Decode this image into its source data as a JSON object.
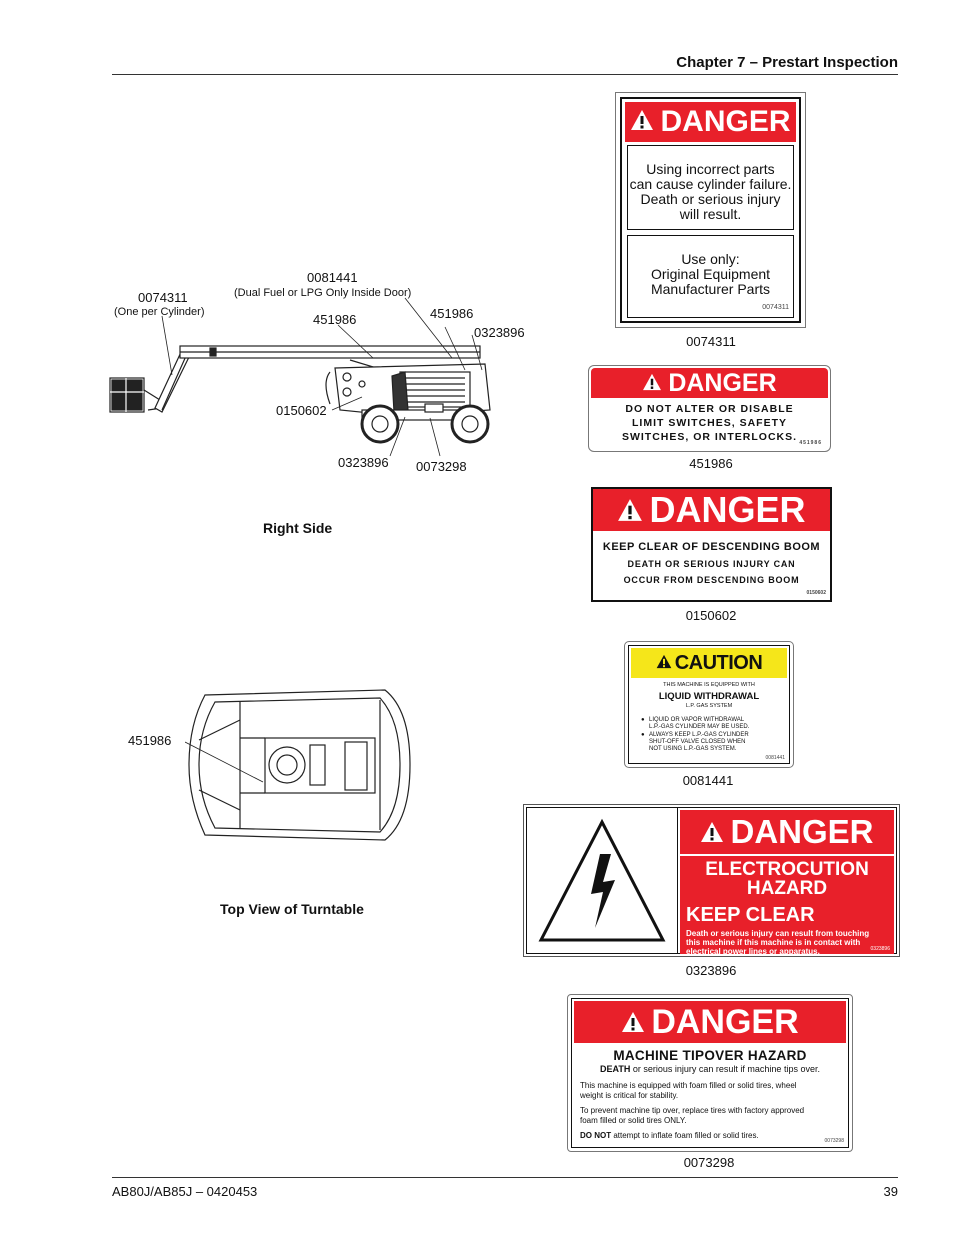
{
  "header": {
    "chapter": "Chapter 7 – Prestart Inspection"
  },
  "footer": {
    "left": "AB80J/AB85J – 0420453",
    "page": "39"
  },
  "figures": {
    "right_side": {
      "caption": "Right Side",
      "labels": {
        "l0074311": "0074311",
        "l0074311_sub": "(One per Cylinder)",
        "l0081441": "0081441",
        "l0081441_sub": "(Dual Fuel or LPG Only Inside Door)",
        "l451986a": "451986",
        "l451986b": "451986",
        "l0323896a": "0323896",
        "l0150602": "0150602",
        "l0323896b": "0323896",
        "l0073298": "0073298"
      }
    },
    "turntable": {
      "caption": "Top View of Turntable",
      "label": "451986"
    }
  },
  "decals": {
    "d0074311": {
      "banner": "DANGER",
      "line1": "Using incorrect parts",
      "line2": "can cause cylinder failure.",
      "line3": "Death or serious injury",
      "line4": "will result.",
      "line5": "Use only:",
      "line6": "Original Equipment",
      "line7": "Manufacturer Parts",
      "code": "0074311",
      "caption": "0074311"
    },
    "d451986": {
      "banner": "DANGER",
      "line1": "DO NOT ALTER OR DISABLE",
      "line2": "LIMIT SWITCHES, SAFETY",
      "line3": "SWITCHES, OR INTERLOCKS.",
      "code": "451986",
      "caption": "451986"
    },
    "d0150602": {
      "banner": "DANGER",
      "line1": "KEEP CLEAR OF DESCENDING BOOM",
      "line2": "DEATH OR SERIOUS INJURY CAN",
      "line3": "OCCUR FROM DESCENDING BOOM",
      "code": "0150602",
      "caption": "0150602"
    },
    "d0081441": {
      "banner": "CAUTION",
      "line1": "THIS MACHINE IS EQUIPPED WITH",
      "line2": "LIQUID WITHDRAWAL",
      "line3": "L.P. GAS SYSTEM",
      "bullet1a": "LIQUID OR VAPOR WITHDRAWAL",
      "bullet1b": "L.P.-GAS CYLINDER MAY BE USED.",
      "bullet2a": "ALWAYS KEEP L.P.-GAS CYLINDER",
      "bullet2b": "SHUT-OFF VALVE CLOSED WHEN",
      "bullet2c": "NOT USING L.P.-GAS SYSTEM.",
      "code": "0081441",
      "caption": "0081441"
    },
    "d0323896": {
      "banner": "DANGER",
      "line1": "ELECTROCUTION",
      "line2": "HAZARD",
      "line3": "KEEP CLEAR",
      "line4": "Death or serious injury can result from touching",
      "line5": "this machine if this machine is in contact with",
      "line6": "electrical power lines or apparatus.",
      "code": "0323896",
      "caption": "0323896"
    },
    "d0073298": {
      "banner": "DANGER",
      "title": "MACHINE TIPOVER HAZARD",
      "p1_bold": "DEATH",
      "p1_rest": " or serious injury can result if machine tips over.",
      "p2a": "This machine is equipped with foam filled or solid tires, wheel",
      "p2b": "weight is critical for stability.",
      "p3a": "To prevent machine tip over, replace tires with factory approved",
      "p3b": "foam filled or solid tires ONLY.",
      "p4_bold": "DO NOT",
      "p4_rest": " attempt to inflate foam filled or solid tires.",
      "code": "0073298",
      "caption": "0073298"
    }
  }
}
